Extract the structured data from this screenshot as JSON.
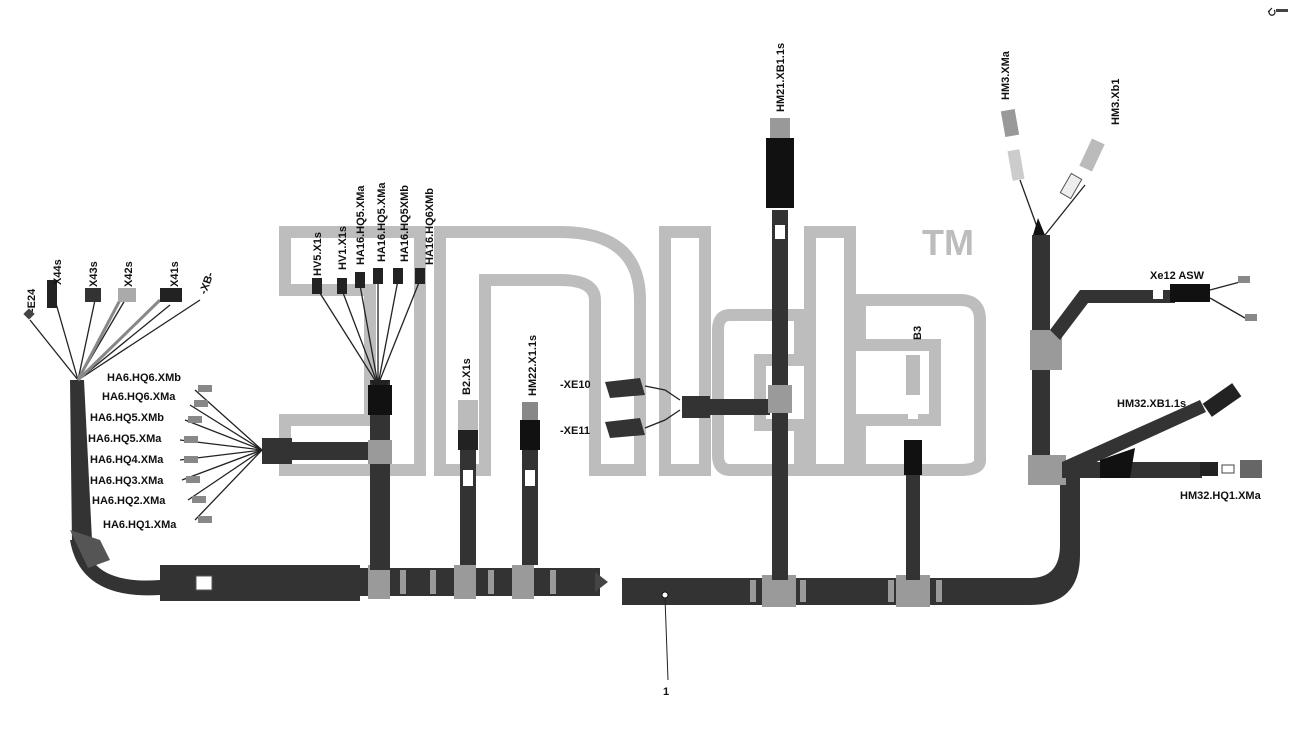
{
  "diagram": {
    "watermark_mark": "TM",
    "corner_icon": "link-icon",
    "part_number": "1",
    "left_fan_labels": [
      "-E24",
      "X44s",
      "X43s",
      "X42s",
      "X41s",
      "-XB-"
    ],
    "ha6_labels": [
      "HA6.HQ6.XMb",
      "HA6.HQ6.XMa",
      "HA6.HQ5.XMb",
      "HA6.HQ5.XMa",
      "HA6.HQ4.XMa",
      "HA6.HQ3.XMa",
      "HA6.HQ2.XMa",
      "HA6.HQ1.XMa"
    ],
    "top_fan_labels": [
      "HV5.X1s",
      "HV1.X1s",
      "HA16.HQ5.XMa",
      "HA16.HQ5.XMa",
      "HA16.HQ5XMb",
      "HA16.HQ6XMb"
    ],
    "b2_label": "B2.X1s",
    "hm22_label": "HM22.X1.1s",
    "xe10_label": "-XE10",
    "xe11_label": "-XE11",
    "hm21_label": "HM21.XB1.1s",
    "b3_label": "B3",
    "hm3_xma_label": "HM3.XMa",
    "hm3_xb1_label": "HM3.Xb1",
    "xe12_label": "Xe12 ASW",
    "hm32_xb1_label": "HM32.XB1.1s",
    "hm32_hq1_label": "HM32.HQ1.XMa"
  }
}
